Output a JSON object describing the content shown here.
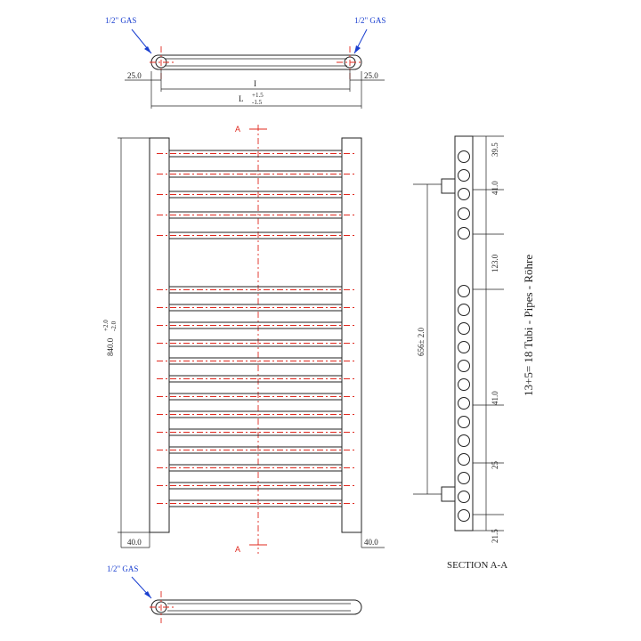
{
  "gas_labels": {
    "top_left": "1/2\" GAS",
    "top_right": "1/2\" GAS",
    "bottom": "1/2\" GAS"
  },
  "top_view": {
    "offset_left": "25.0",
    "offset_right": "25.0",
    "inner_label": "I",
    "length_label": "L",
    "tol_plus": "+1.5",
    "tol_minus": "-1.5"
  },
  "front_view": {
    "height": "840.0",
    "tol_plus": "+2.0",
    "tol_minus": "-2.0",
    "bottom_left": "40.0",
    "bottom_right": "40.0",
    "section_mark_top": "A",
    "section_mark_bottom": "A"
  },
  "section": {
    "title": "SECTION A-A",
    "centers": "656± 2.0",
    "dims": {
      "d1": "39.5",
      "d2": "41.0",
      "d3": "123.0",
      "d4": "41.0",
      "d5": "25",
      "d6": "21.5"
    },
    "tubes_note": "13+5= 18 Tubi - Pipes - Röhre"
  },
  "colors": {
    "outline": "#222222",
    "centerline": "#e0281e",
    "callout": "#1a3fd0"
  }
}
